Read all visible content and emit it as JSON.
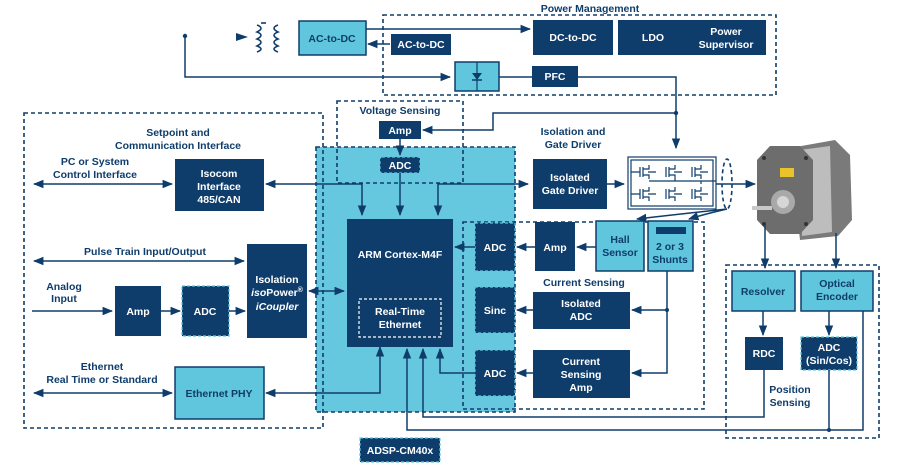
{
  "diagram": {
    "groups": {
      "power_management": "Power Management",
      "voltage_sensing": "Voltage Sensing",
      "setpoint_comm": [
        "Setpoint and",
        "Communication Interface"
      ],
      "isolation_gate": [
        "Isolation and",
        "Gate Driver"
      ],
      "current_sensing": "Current Sensing",
      "position_sensing": [
        "Position",
        "Sensing"
      ]
    },
    "blocks": {
      "ac_to_dc_input": "AC-to-DC",
      "ac_to_dc_pm": "AC-to-DC",
      "dc_to_dc": "DC-to-DC",
      "ldo": "LDO",
      "power_supervisor": [
        "Power",
        "Supervisor"
      ],
      "pfc": "PFC",
      "vs_amp": "Amp",
      "vs_adc": "ADC",
      "isocom": [
        "Isocom",
        "Interface",
        "485/CAN"
      ],
      "isolated_gate_driver": [
        "Isolated",
        "Gate Driver"
      ],
      "arm_core": "ARM Cortex-M4F",
      "rt_ethernet": [
        "Real-Time",
        "Ethernet"
      ],
      "isolation_isopower": [
        "Isolation",
        "iso",
        "Power",
        "®",
        "iCoupler"
      ],
      "analog_amp": "Amp",
      "analog_adc": "ADC",
      "ethernet_phy": "Ethernet PHY",
      "cs_adc1": "ADC",
      "cs_sinc": "Sinc",
      "cs_adc2": "ADC",
      "cs_amp": "Amp",
      "hall_sensor": [
        "Hall",
        "Sensor"
      ],
      "shunts": [
        "2 or 3",
        "Shunts"
      ],
      "isolated_adc": [
        "Isolated",
        "ADC"
      ],
      "current_sensing_amp": [
        "Current",
        "Sensing",
        "Amp"
      ],
      "resolver": "Resolver",
      "optical_encoder": [
        "Optical",
        "Encoder"
      ],
      "rdc": "RDC",
      "adc_sincos": [
        "ADC",
        "(Sin/Cos)"
      ],
      "adsp_label": "ADSP-CM40x"
    },
    "signals": {
      "pc_control": [
        "PC or System",
        "Control Interface"
      ],
      "pulse_train": "Pulse Train Input/Output",
      "analog_input": [
        "Analog",
        "Input"
      ],
      "ethernet_ext": [
        "Ethernet",
        "Real Time or Standard"
      ]
    },
    "colors": {
      "dark_block": "#0f3d6b",
      "light_block": "#5fc6de",
      "processor_area": "#66c8df"
    }
  }
}
